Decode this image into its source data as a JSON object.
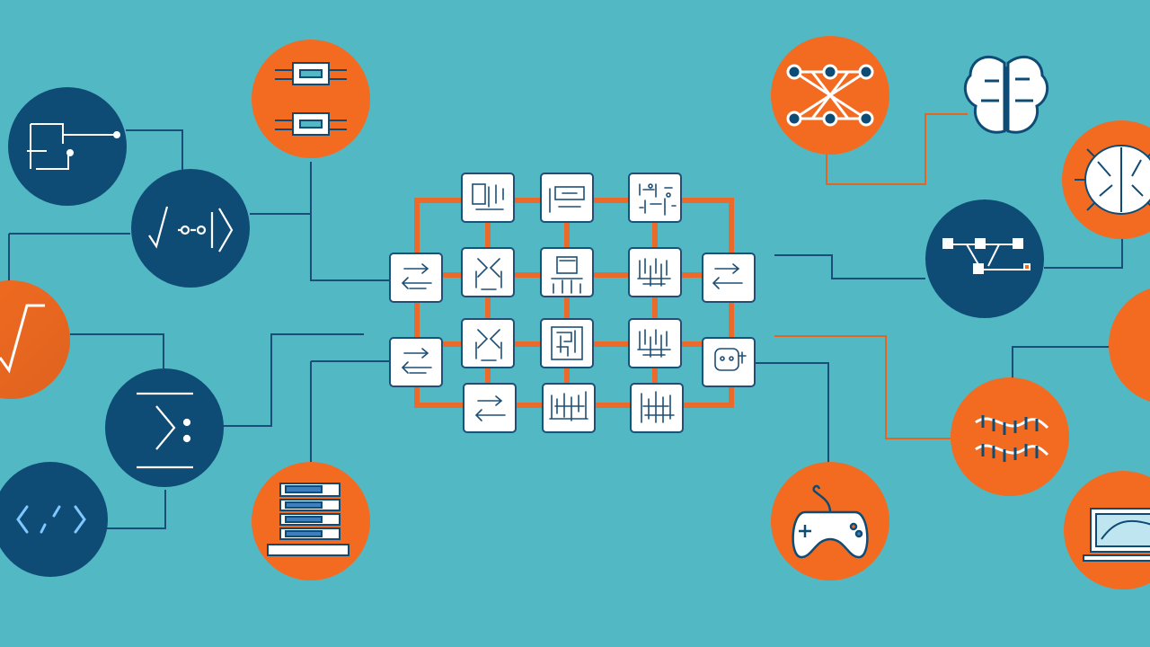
{
  "colors": {
    "background": "#52b9c4",
    "navy": "#0f4c75",
    "orange": "#f26b21",
    "orange_border": "#e96a2a",
    "tile": "#ffffff",
    "tile_border": "#1d4f77",
    "connector": "#1a4e78",
    "connector_orange": "#e3651f",
    "icon_line": "#ffffff"
  },
  "diagram": {
    "grid": {
      "rows": [
        [
          "flowchart-icon",
          "terminal-window-icon",
          "circuit-pattern-icon"
        ],
        [
          "data-flow-icon",
          "split-arrows-icon",
          "chip-icon",
          "circuit-split-icon",
          "data-flow-icon"
        ],
        [
          "data-flow-icon",
          "split-arrows-icon",
          "circuit-board-icon",
          "circuit-split-icon",
          "robot-head-icon"
        ],
        [
          "data-flow-icon",
          "circuit-wide-icon",
          "circuit-tall-icon"
        ]
      ]
    },
    "nodes": [
      {
        "id": "logic-flow",
        "style": "navy",
        "icon": "logic-flow-icon"
      },
      {
        "id": "math-symbols",
        "style": "navy",
        "icon": "math-bracket-icon"
      },
      {
        "id": "square-root",
        "style": "orange",
        "icon": "square-root-icon"
      },
      {
        "id": "summation",
        "style": "navy",
        "icon": "sum-icon"
      },
      {
        "id": "code",
        "style": "navy",
        "icon": "code-brackets-icon"
      },
      {
        "id": "hardware-components",
        "style": "orange",
        "icon": "component-chip-icon"
      },
      {
        "id": "server-stack",
        "style": "orange",
        "icon": "server-stack-icon"
      },
      {
        "id": "neural-network",
        "style": "orange",
        "icon": "neural-network-icon"
      },
      {
        "id": "brain",
        "style": "plain",
        "icon": "brain-icon"
      },
      {
        "id": "brain-circuit",
        "style": "orange",
        "icon": "brain-circuit-icon"
      },
      {
        "id": "network-nodes",
        "style": "navy",
        "icon": "network-nodes-icon"
      },
      {
        "id": "edge-partial",
        "style": "orange",
        "icon": ""
      },
      {
        "id": "dna-helix",
        "style": "orange",
        "icon": "dna-helix-icon"
      },
      {
        "id": "gamepad",
        "style": "orange",
        "icon": "gamepad-icon"
      },
      {
        "id": "laptop",
        "style": "orange",
        "icon": "laptop-icon"
      }
    ]
  }
}
